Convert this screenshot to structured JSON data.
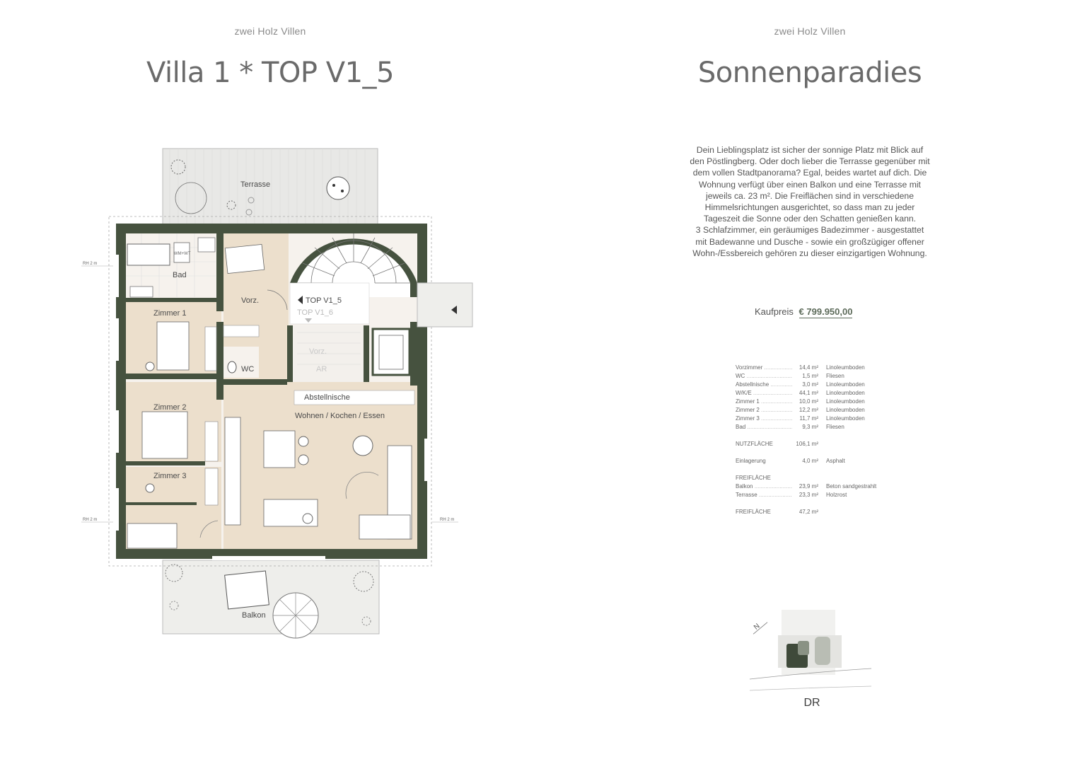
{
  "brand_left": "zwei Holz Villen",
  "brand_right": "zwei Holz Villen",
  "title_left": "Villa 1 * TOP V1_5",
  "title_right": "Sonnenparadies",
  "plan": {
    "rooms": {
      "terrasse": "Terrasse",
      "bad": "Bad",
      "zimmer1": "Zimmer 1",
      "zimmer2": "Zimmer 2",
      "zimmer3": "Zimmer 3",
      "vorz": "Vorz.",
      "vorz2": "Vorz.",
      "ar": "AR",
      "wc": "WC",
      "abstellnische": "Abstellnische",
      "wohnen": "Wohnen / Kochen / Essen",
      "balkon": "Balkon"
    },
    "unit_current": "TOP V1_5",
    "unit_other": "TOP V1_6",
    "rh_left_top": "RH 2 m",
    "rh_left_bottom": "RH 2 m",
    "rh_right": "RH 2 m",
    "wm_wt": "WM+WT"
  },
  "description": {
    "p1": "Dein Lieblingsplatz ist sicher der sonnige Platz mit Blick auf den Pöstlingberg. Oder doch lieber die Terrasse gegenüber mit dem vollen Stadtpanorama? Egal, beides wartet auf dich. Die Wohnung verfügt über einen Balkon und eine Terrasse mit jeweils ca. 23 m². Die Freiflächen sind in verschiedene Himmelsrichtungen ausgerichtet, so dass man zu jeder Tageszeit die Sonne oder den Schatten genießen kann.",
    "p2": "3 Schlafzimmer, ein geräumiges Badezimmer - ausgestattet mit Badewanne und Dusche - sowie ein großzügiger offener Wohn-/Essbereich gehören zu dieser einzigartigen Wohnung."
  },
  "price": {
    "label": "Kaufpreis",
    "amount": "€ 799.950,00"
  },
  "areas": [
    {
      "name": "Vorzimmer",
      "value": "14,4 m²",
      "material": "Linoleumboden"
    },
    {
      "name": "WC",
      "value": "1,5 m²",
      "material": "Fliesen"
    },
    {
      "name": "Abstellnische",
      "value": "3,0 m²",
      "material": "Linoleumboden"
    },
    {
      "name": "W/K/E",
      "value": "44,1 m²",
      "material": "Linoleumboden"
    },
    {
      "name": "Zimmer 1",
      "value": "10,0 m²",
      "material": "Linoleumboden"
    },
    {
      "name": "Zimmer 2",
      "value": "12,2 m²",
      "material": "Linoleumboden"
    },
    {
      "name": "Zimmer 3",
      "value": "11,7 m²",
      "material": "Linoleumboden"
    },
    {
      "name": "Bad",
      "value": "9,3 m²",
      "material": "Fliesen"
    }
  ],
  "nutzflaeche": {
    "name": "NUTZFLÄCHE",
    "value": "106,1 m²"
  },
  "einlagerung": {
    "name": "Einlagerung",
    "value": "4,0 m²",
    "material": "Asphalt"
  },
  "freiflaeche_header": "FREIFLÄCHE",
  "freiflaechen": [
    {
      "name": "Balkon",
      "value": "23,9 m²",
      "material": "Beton sandgestrahlt"
    },
    {
      "name": "Terrasse",
      "value": "23,3 m²",
      "material": "Holzrost"
    }
  ],
  "freiflaeche_total": {
    "name": "FREIFLÄCHE",
    "value": "47,2 m²"
  },
  "minimap_label": "DR",
  "minimap_north": "N",
  "colors": {
    "wall": "#46523f",
    "floor": "#ecdfcc",
    "accent": "#5d6b5a",
    "outdoor": "#e6e6e2"
  }
}
